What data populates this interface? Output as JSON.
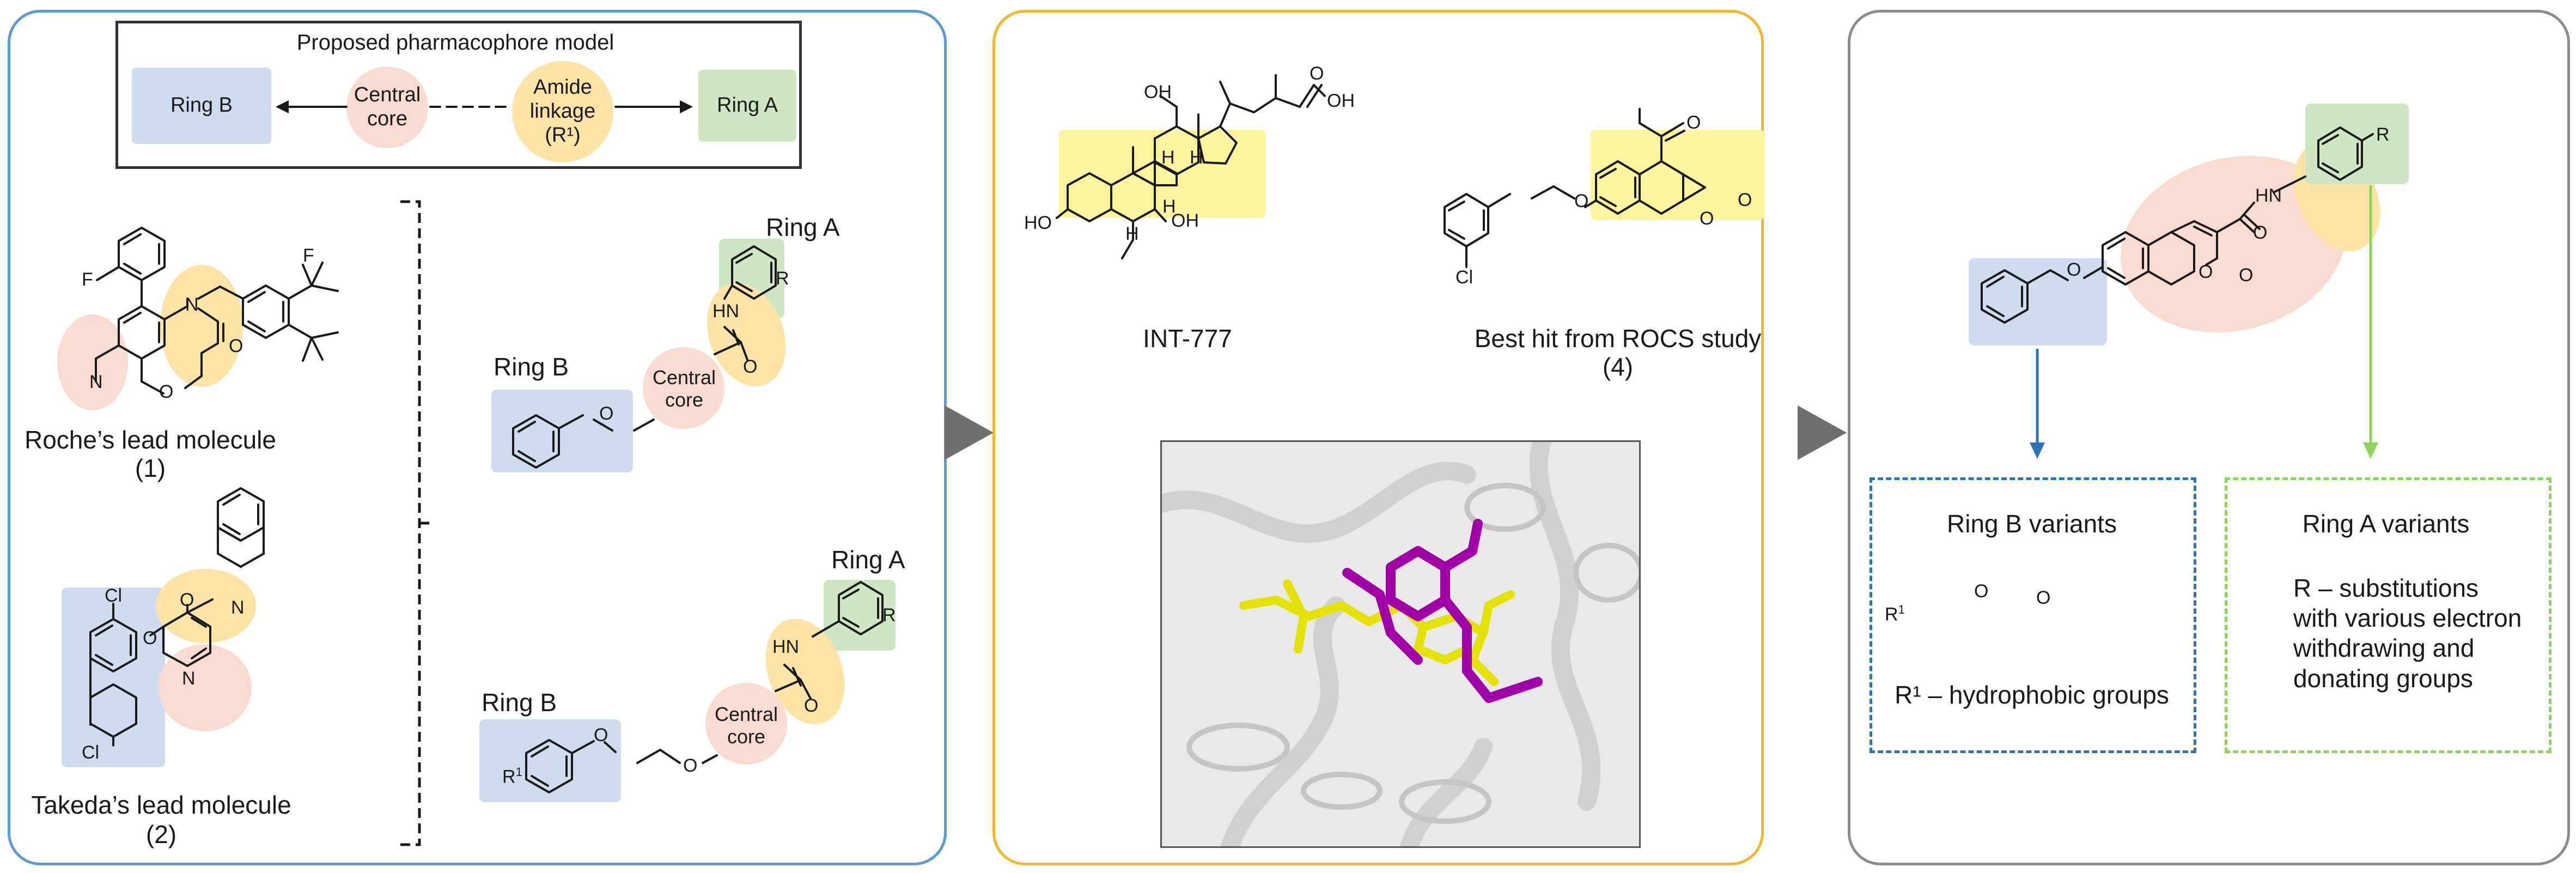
{
  "colors": {
    "panel1_border": "#5b9bd5",
    "panel2_border": "#f5b72a",
    "panel3_border": "#8c8c8c",
    "ring_a_fill": "#cfe6c4",
    "ring_b_fill": "#cfdcf0",
    "central_core_fill": "#fadbd2",
    "amide_fill": "#fce3a6",
    "highlight_yellow": "#fbf39e",
    "ligand_yellow": "#e6e200",
    "ligand_purple": "#a100a8",
    "ring_b_variant_border": "#2e74b5",
    "ring_a_variant_border": "#8ed35b"
  },
  "pharmacophore": {
    "title": "Proposed pharmacophore model",
    "ring_b": "Ring B",
    "central_core_line1": "Central",
    "central_core_line2": "core",
    "amide_line1": "Amide",
    "amide_line2": "linkage",
    "amide_line3": "(R¹)",
    "ring_a": "Ring A"
  },
  "lead1": {
    "caption_line1": "Roche’s lead molecule",
    "caption_line2": "(1)",
    "atoms": {
      "f_aryl": "F",
      "cf3_f": "F",
      "n_amine": "N",
      "o_carbonyl": "O",
      "n_pyridine": "N",
      "o_ether": "O"
    }
  },
  "lead2": {
    "caption_line1": "Takeda’s lead molecule",
    "caption_line2": "(2)",
    "atoms": {
      "cl_top": "Cl",
      "cl_bottom": "Cl",
      "o_ether": "O",
      "o_carbonyl": "O",
      "n_amide": "N",
      "n_pyridine": "N"
    }
  },
  "scaffold1": {
    "ring_a": "Ring A",
    "ring_b": "Ring B",
    "core_line1": "Central",
    "core_line2": "core",
    "atoms": {
      "hn": "HN",
      "o_carbonyl": "O",
      "r": "R",
      "o_ether": "O"
    }
  },
  "scaffold2": {
    "ring_a": "Ring A",
    "ring_b": "Ring B",
    "core_line1": "Central",
    "core_line2": "core",
    "atoms": {
      "hn": "HN",
      "o_carbonyl": "O",
      "r": "R",
      "r1": "R",
      "r1_sup": "1",
      "o_ether1": "O",
      "o_ether2": "O"
    }
  },
  "int777": {
    "name": "INT-777",
    "atoms": {
      "oh_top": "OH",
      "oh_left": "HO",
      "oh_right": "OH",
      "h1": "H",
      "h2": "H",
      "h3": "H",
      "h4": "H",
      "cooh_o": "O",
      "cooh_oh": "OH"
    }
  },
  "rocs_hit": {
    "caption_line1": "Best hit from ROCS study",
    "caption_line2": "(4)",
    "atoms": {
      "o_ketone": "O",
      "o_ether": "O",
      "o_ring": "O",
      "o_lactone": "O",
      "cl": "Cl"
    }
  },
  "design": {
    "atoms": {
      "o_ether": "O",
      "hn": "HN",
      "o_amide": "O",
      "o_ring": "O",
      "o_lactone": "O",
      "r": "R"
    },
    "ring_b_variants": {
      "title": "Ring B variants",
      "r1_label": "R",
      "r1_sup": "1",
      "o1": "O",
      "o2": "O",
      "note": "R¹ – hydrophobic groups"
    },
    "ring_a_variants": {
      "title": "Ring A variants",
      "line1": "R – substitutions",
      "line2": "with various electron",
      "line3": "withdrawing and",
      "line4": "donating groups"
    }
  }
}
